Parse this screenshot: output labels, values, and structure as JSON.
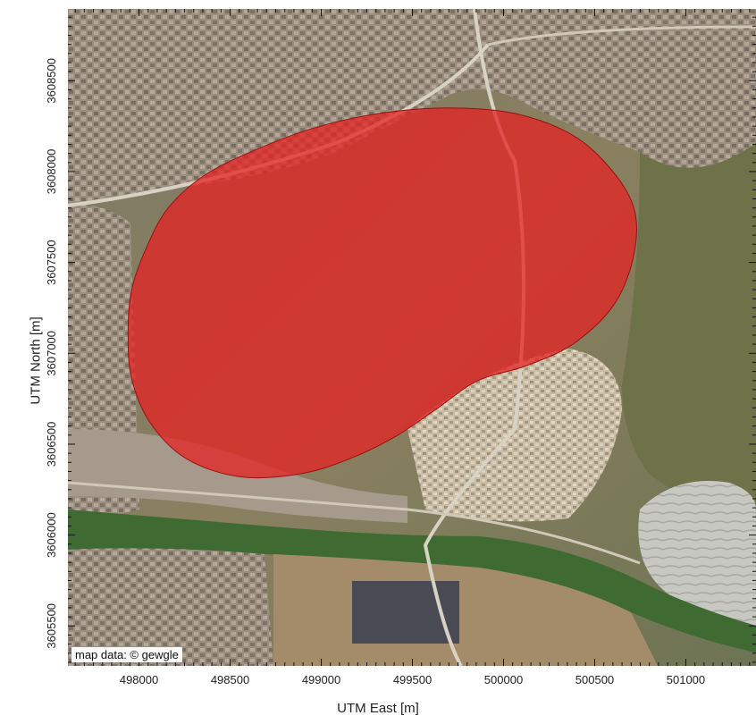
{
  "axes": {
    "x_title": "UTM East [m]",
    "y_title": "UTM North [m]",
    "x_ticks": [
      498000,
      498500,
      499000,
      499500,
      500000,
      500500,
      501000
    ],
    "y_ticks": [
      3605500,
      3606000,
      3606500,
      3607000,
      3607500,
      3608000,
      3608500
    ],
    "xlim": [
      497610,
      501385
    ],
    "ylim": [
      3605280,
      3608895
    ]
  },
  "attribution": "map data: © gewgle",
  "colors": {
    "plume_fill": "#e52222",
    "plume_opacity": 0.75,
    "plume_stroke": "#9a1010"
  },
  "map": {
    "basemap": "satellite imagery",
    "overlay": "red impact-area polygon",
    "overlay_outline_utm": [
      [
        497940,
        3607110
      ],
      [
        497960,
        3607350
      ],
      [
        498040,
        3607580
      ],
      [
        498160,
        3607800
      ],
      [
        498360,
        3607980
      ],
      [
        498640,
        3608120
      ],
      [
        498960,
        3608240
      ],
      [
        499320,
        3608320
      ],
      [
        499700,
        3608350
      ],
      [
        500060,
        3608320
      ],
      [
        500380,
        3608200
      ],
      [
        500600,
        3608000
      ],
      [
        500720,
        3607780
      ],
      [
        500710,
        3607520
      ],
      [
        500600,
        3607260
      ],
      [
        500380,
        3607050
      ],
      [
        500120,
        3606930
      ],
      [
        499860,
        3606850
      ],
      [
        499640,
        3606700
      ],
      [
        499420,
        3606550
      ],
      [
        499180,
        3606430
      ],
      [
        498900,
        3606340
      ],
      [
        498560,
        3606320
      ],
      [
        498260,
        3606420
      ],
      [
        498060,
        3606620
      ],
      [
        497960,
        3606860
      ]
    ]
  }
}
